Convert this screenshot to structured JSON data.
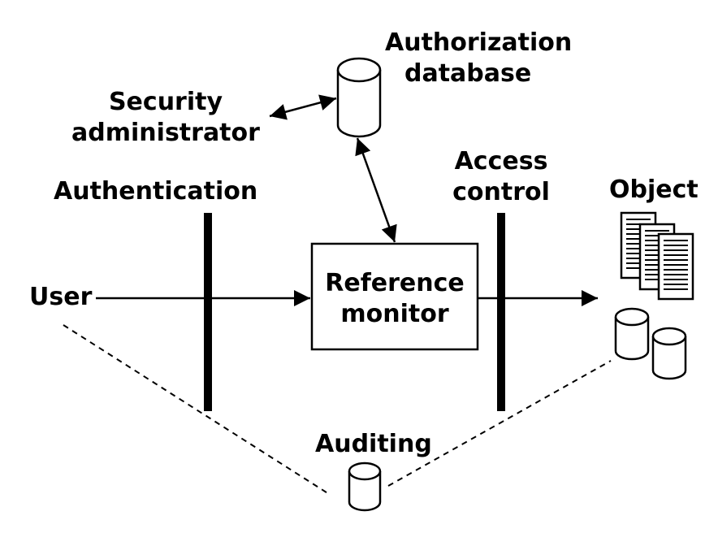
{
  "labels": {
    "authorization_database": [
      "Authorization",
      "database"
    ],
    "security_administrator": [
      "Security",
      "administrator"
    ],
    "authentication": "Authentication",
    "access_control": [
      "Access",
      "control"
    ],
    "object": "Object",
    "user": "User",
    "reference_monitor": [
      "Reference",
      "monitor"
    ],
    "auditing": "Auditing"
  },
  "colors": {
    "stroke": "#000000",
    "background": "#ffffff"
  },
  "icons": [
    "database-icon",
    "document-stack-icon"
  ]
}
